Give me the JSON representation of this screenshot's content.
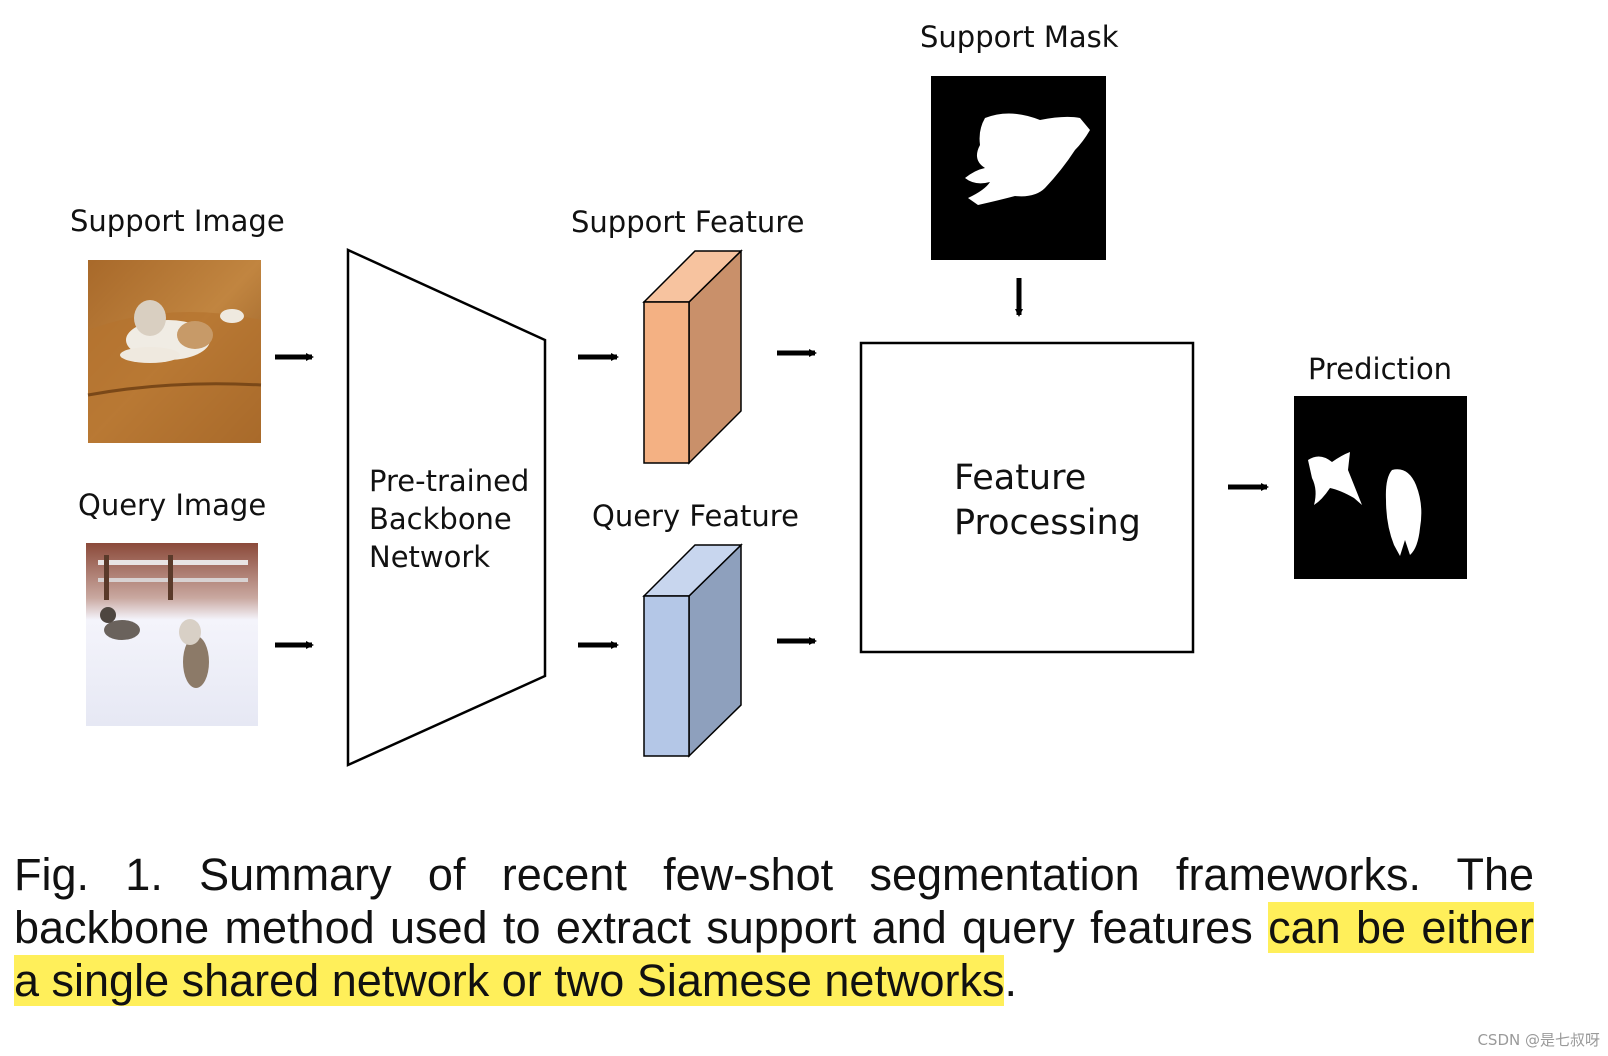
{
  "figure": {
    "support_image_label": "Support Image",
    "query_image_label": "Query Image",
    "backbone_lines": [
      "Pre-trained",
      "Backbone",
      "Network"
    ],
    "support_feature_label": "Support Feature",
    "query_feature_label": "Query Feature",
    "support_mask_label": "Support Mask",
    "feature_processing_lines": [
      "Feature",
      "Processing"
    ],
    "prediction_label": "Prediction"
  },
  "colors": {
    "support_feature_front": "#f4b183",
    "support_feature_side": "#c9906a",
    "support_feature_top": "#f7c39f",
    "query_feature_front": "#b4c7e7",
    "query_feature_side": "#8ea0bd",
    "query_feature_top": "#c8d6ee",
    "highlight": "#ffef5a"
  },
  "caption": {
    "part1": "Fig. 1. Summary of recent few-shot segmentation frameworks. The backbone method used to extract support and query features ",
    "highlight": "can be either a single shared network or two Siamese networks",
    "part2": "."
  },
  "watermark": "CSDN @是七叔呀"
}
